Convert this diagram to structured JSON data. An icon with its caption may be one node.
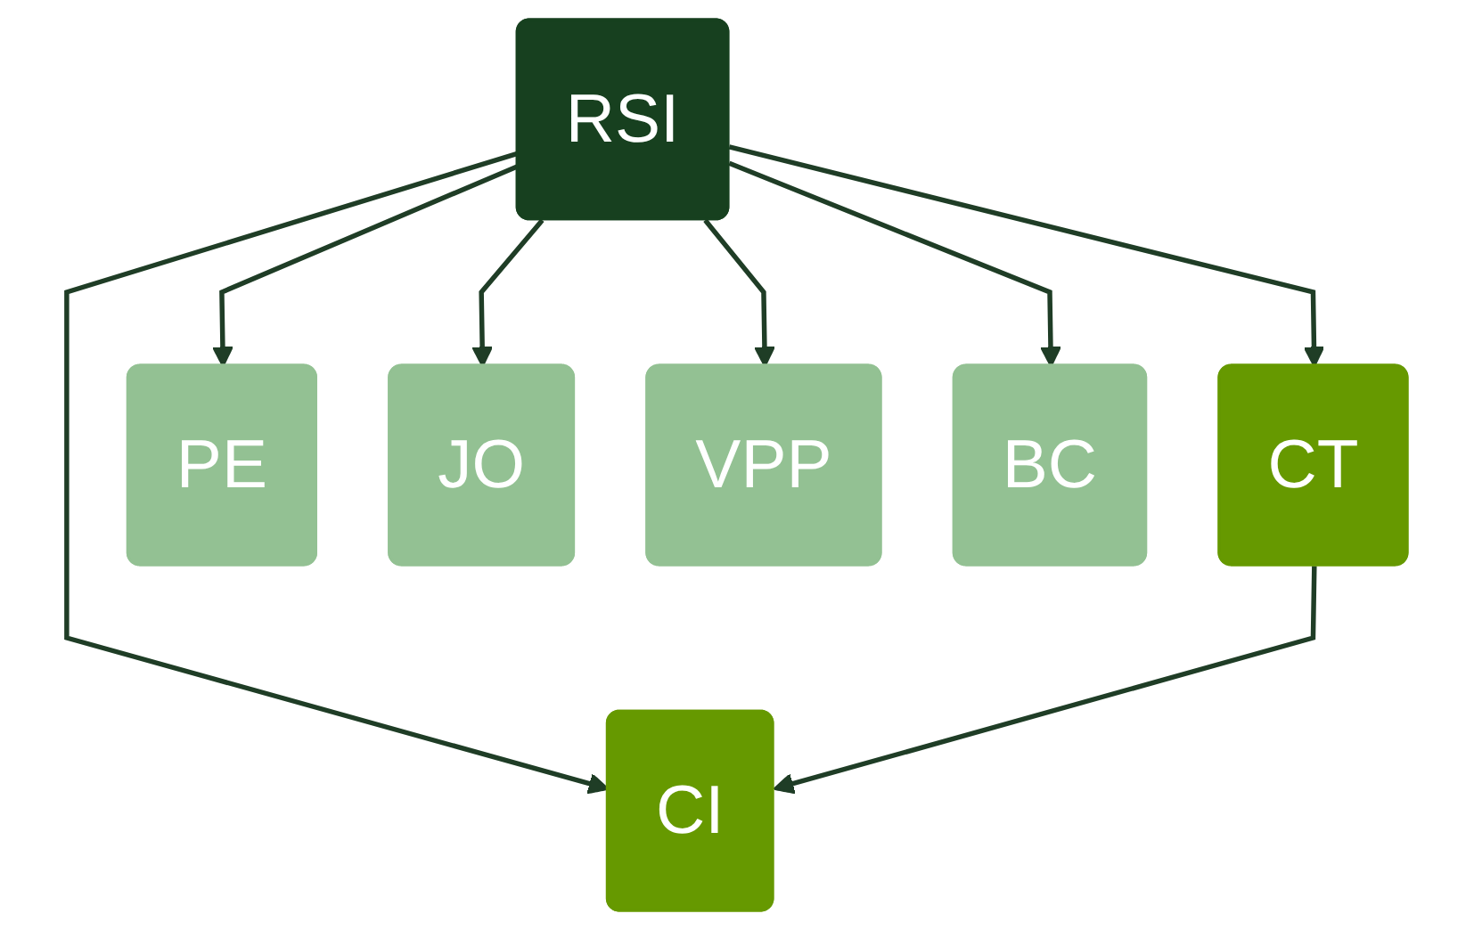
{
  "diagram": {
    "nodes": [
      {
        "text": [
          "RSI"
        ]
      },
      {
        "text": [
          "CT"
        ]
      },
      {
        "text": [
          "CI"
        ]
      },
      {
        "text": [
          "PE"
        ]
      },
      {
        "text": [
          "JO"
        ]
      },
      {
        "text": [
          "VPP"
        ]
      },
      {
        "text": [
          "BC"
        ]
      }
    ],
    "edges": [
      {
        "from": 0,
        "to": 1,
        "arrow": "to"
      },
      {
        "from": 0,
        "to": 2,
        "arrow": "to"
      },
      {
        "from": 1,
        "to": 2,
        "arrow": "to"
      },
      {
        "from": 0,
        "to": 3,
        "arrow": "to"
      },
      {
        "from": 0,
        "to": 4,
        "arrow": "to"
      },
      {
        "from": 0,
        "to": 5,
        "arrow": "to"
      },
      {
        "from": 0,
        "to": 6,
        "arrow": "to"
      }
    ]
  }
}
